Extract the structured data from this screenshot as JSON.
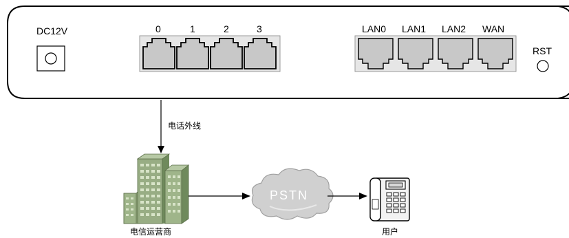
{
  "device": {
    "power_label": "DC12V",
    "fxo_ports": [
      "0",
      "1",
      "2",
      "3"
    ],
    "lan_ports": [
      "LAN0",
      "LAN1",
      "LAN2",
      "WAN"
    ],
    "reset_label": "RST"
  },
  "connection": {
    "external_line_label": "电话外线"
  },
  "nodes": {
    "carrier_label": "电信运营商",
    "network_label": "PSTN",
    "user_label": "用户"
  },
  "colors": {
    "port_fill": "#c8c8c8",
    "building_green": "#8ea478",
    "cloud_fill": "#d0d0d0"
  }
}
